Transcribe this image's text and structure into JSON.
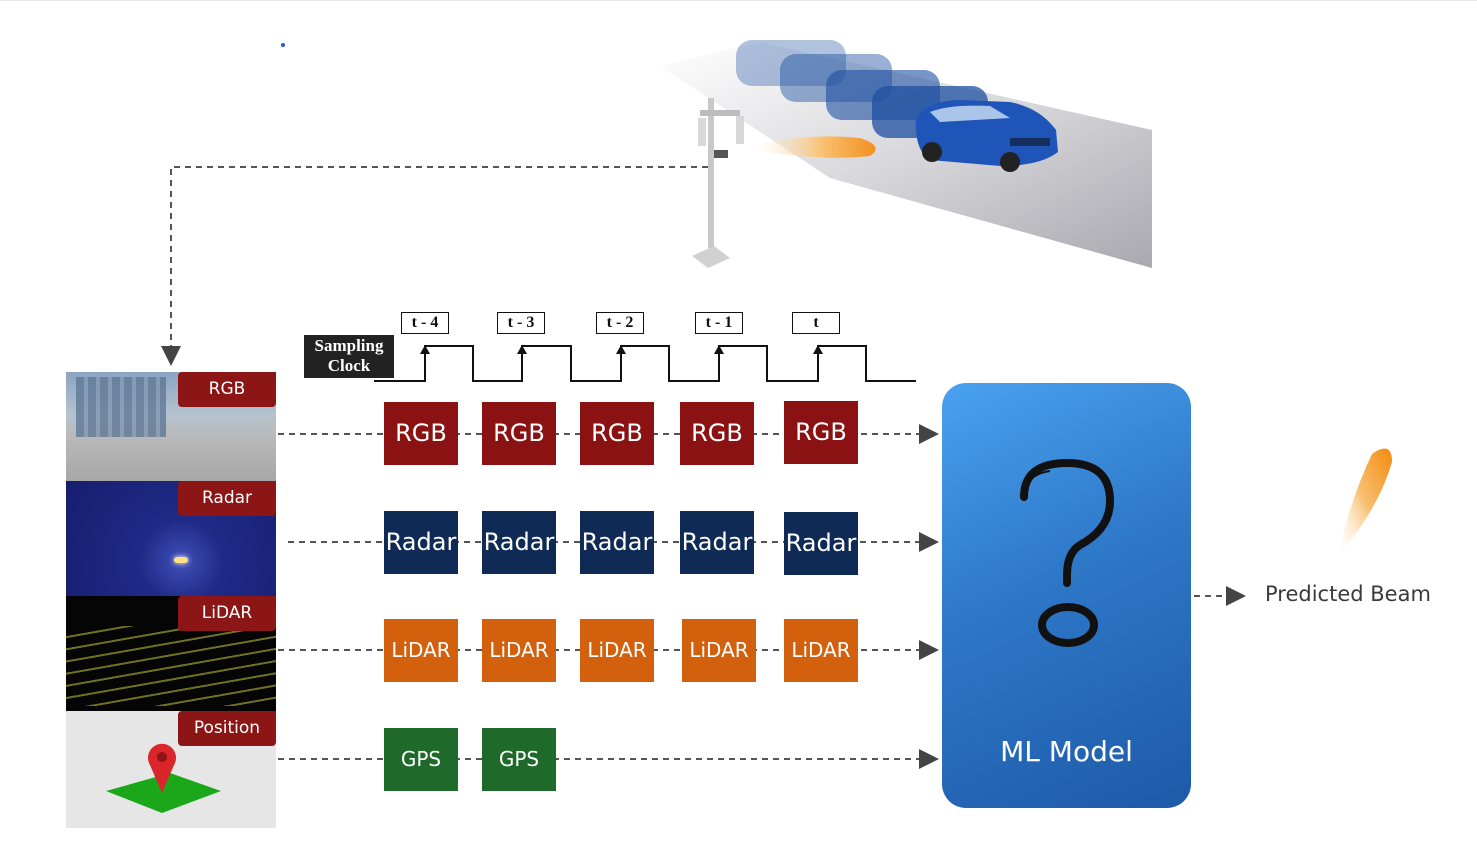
{
  "sensors": {
    "rgb": "RGB",
    "radar": "Radar",
    "lidar": "LiDAR",
    "position": "Position"
  },
  "sampling_clock": {
    "line1": "Sampling",
    "line2": "Clock"
  },
  "time_steps": [
    "t - 4",
    "t - 3",
    "t - 2",
    "t - 1",
    "t"
  ],
  "rows": {
    "rgb": [
      "RGB",
      "RGB",
      "RGB",
      "RGB",
      "RGB"
    ],
    "radar": [
      "Radar",
      "Radar",
      "Radar",
      "Radar",
      "Radar"
    ],
    "lidar": [
      "LiDAR",
      "LiDAR",
      "LiDAR",
      "LiDAR",
      "LiDAR"
    ],
    "gps": [
      "GPS",
      "GPS"
    ]
  },
  "model": {
    "label": "ML Model",
    "symbol": "?"
  },
  "output": "Predicted Beam",
  "colors": {
    "rgb": "#8b1212",
    "radar": "#0f2a55",
    "lidar": "#d2600d",
    "gps": "#1f6a2a",
    "model": "#2e78c8",
    "beam": "#f5a02a"
  },
  "icons": [
    "cell-tower-icon",
    "car-icon",
    "beam-icon",
    "map-pin-icon",
    "question-mark-icon"
  ]
}
